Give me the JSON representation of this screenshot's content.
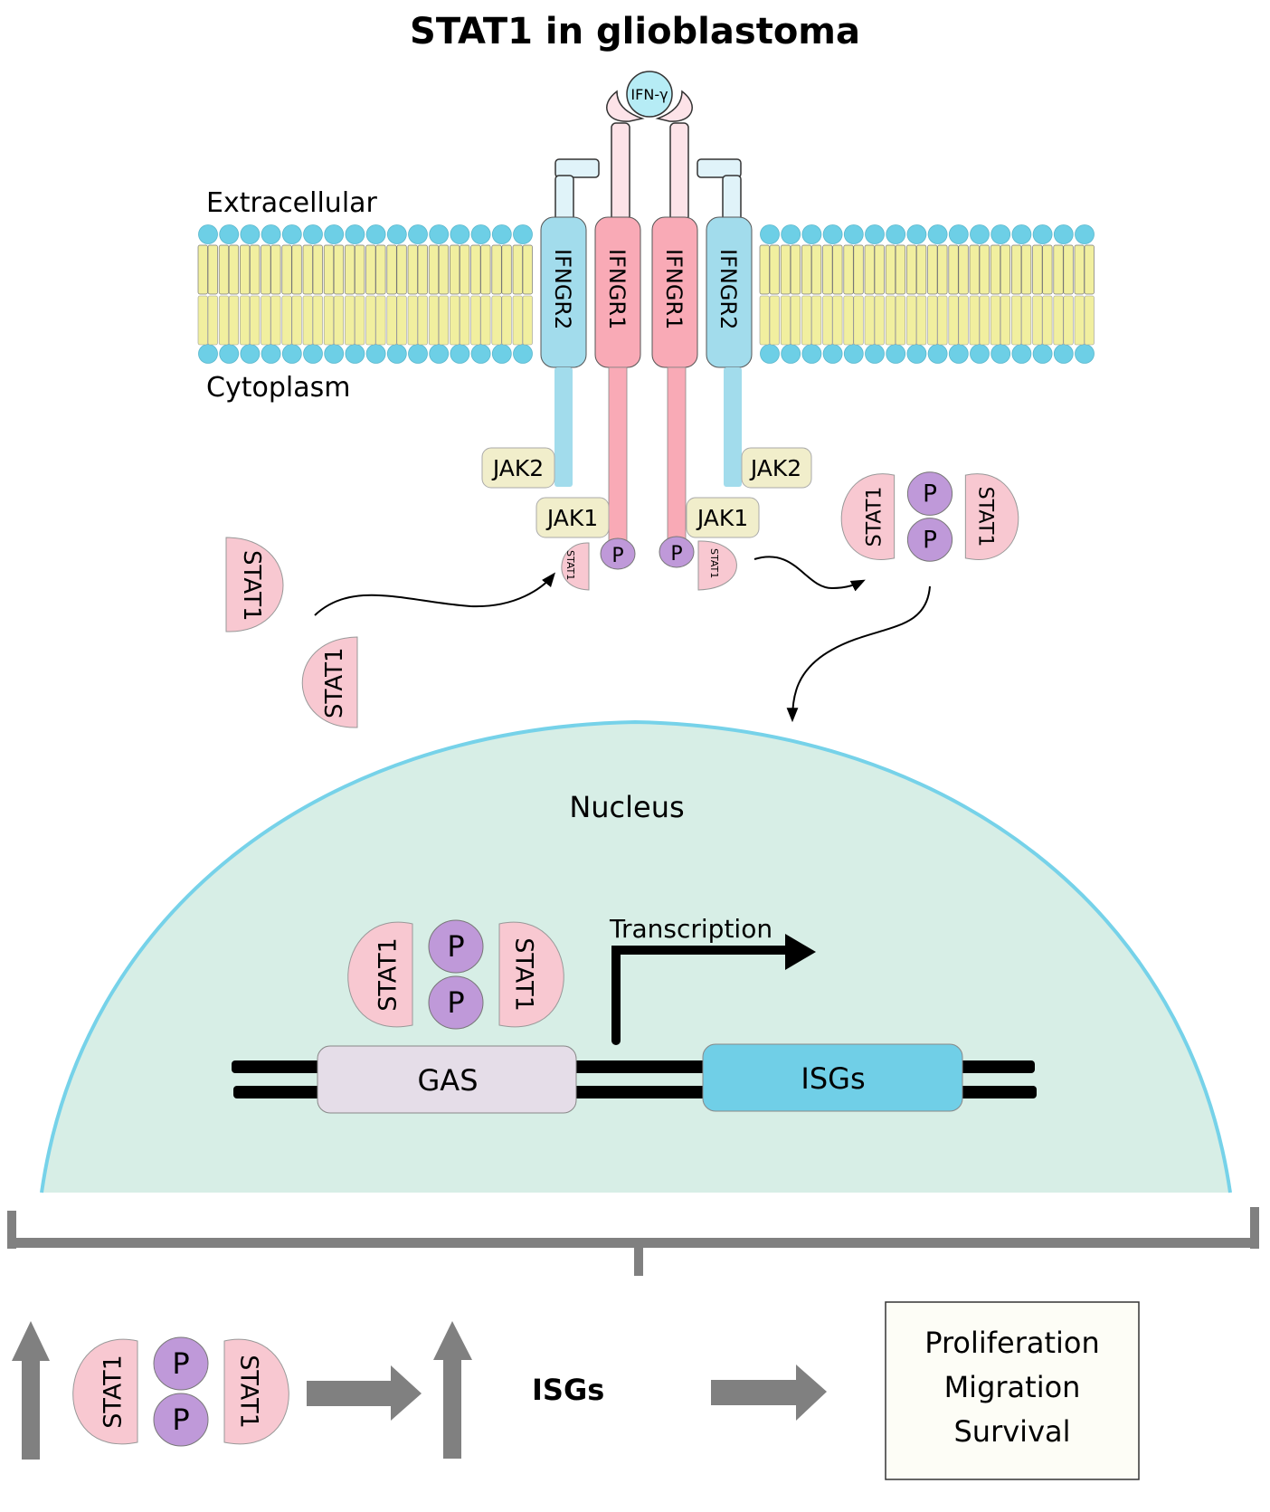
{
  "title": "STAT1 in glioblastoma",
  "regions": {
    "extracellular": "Extracellular",
    "cytoplasm": "Cytoplasm",
    "nucleus": "Nucleus"
  },
  "ligand": {
    "label": "IFN-γ"
  },
  "receptors": [
    "IFNGR2",
    "IFNGR1",
    "IFNGR1",
    "IFNGR2"
  ],
  "kinases": {
    "jak2_left": "JAK2",
    "jak2_right": "JAK2",
    "jak1_left": "JAK1",
    "jak1_right": "JAK1"
  },
  "phospho": "P",
  "stat": "STAT1",
  "dna": {
    "promoter": "GAS",
    "genes": "ISGs",
    "transcription": "Transcription"
  },
  "summary": {
    "isgs_label": "ISGs",
    "outcomes": [
      "Proliferation",
      "Migration",
      "Survival"
    ]
  },
  "colors": {
    "membrane_head": "#6dcfe6",
    "membrane_tail": "#f1ef9f",
    "ifngr2": "#a2dcec",
    "ifngr1": "#f9aab6",
    "stat1": "#f8c8d1",
    "phospho": "#bf99d9",
    "jak": "#f1eecb",
    "nucleus_fill": "#d7eee6",
    "nucleus_border": "#76d2e9",
    "gas": "#e5dde8",
    "isgs": "#70cfe7",
    "gray_arrow": "#808080"
  }
}
